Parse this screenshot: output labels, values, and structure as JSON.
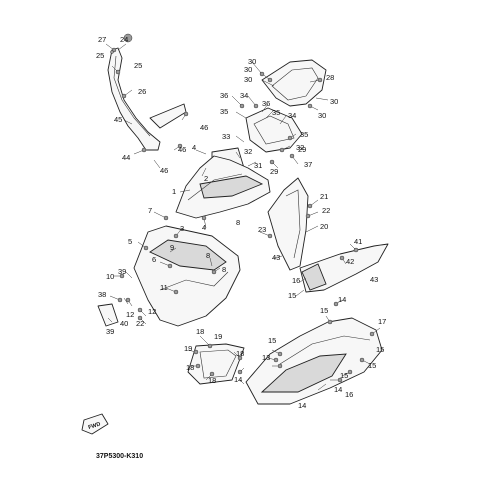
{
  "diagram": {
    "code": "37P5300-K310",
    "fwd_label": "FWD",
    "callouts": [
      "27",
      "24",
      "25",
      "25",
      "26",
      "45",
      "44",
      "46",
      "46",
      "46",
      "30",
      "30",
      "30",
      "28",
      "30",
      "30",
      "36",
      "34",
      "35",
      "36",
      "35",
      "34",
      "35",
      "33",
      "32",
      "31",
      "32",
      "29",
      "37",
      "29",
      "4",
      "2",
      "1",
      "7",
      "3",
      "4",
      "8",
      "5",
      "6",
      "9",
      "8",
      "8",
      "11",
      "10",
      "39",
      "38",
      "40",
      "39",
      "12",
      "12",
      "22",
      "21",
      "22",
      "23",
      "20",
      "43",
      "41",
      "42",
      "43",
      "16",
      "15",
      "14",
      "15",
      "13",
      "15",
      "14",
      "17",
      "19",
      "18",
      "19",
      "18",
      "18",
      "18",
      "14",
      "15",
      "15",
      "16",
      "15",
      "14"
    ]
  }
}
